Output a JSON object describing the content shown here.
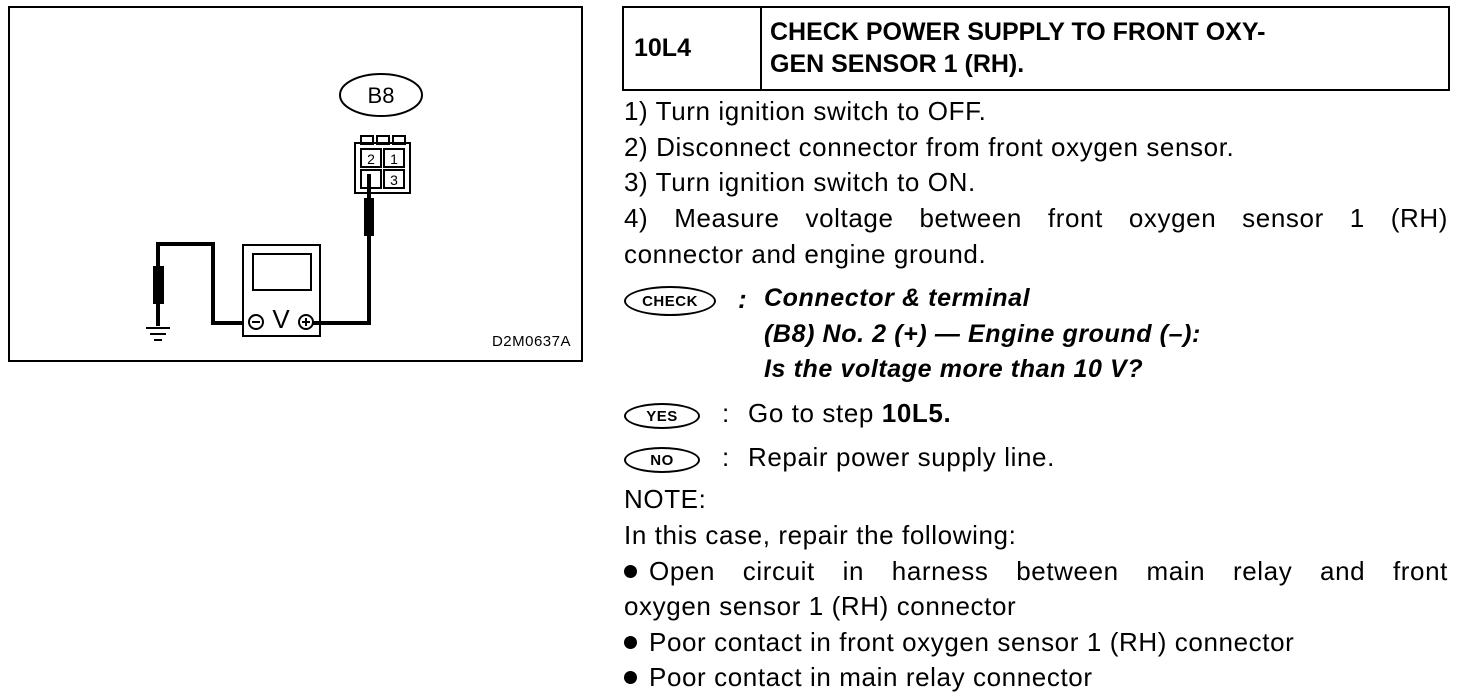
{
  "figure": {
    "connector_label": "B8",
    "pins": [
      "2",
      "1",
      "3"
    ],
    "meter_symbol": "V",
    "code": "D2M0637A"
  },
  "step": {
    "id": "10L4",
    "title_line1": "CHECK POWER SUPPLY TO FRONT OXY-",
    "title_line2": "GEN SENSOR 1 (RH)."
  },
  "instructions": {
    "i1": "1) Turn ignition switch to OFF.",
    "i2": "2) Disconnect connector from front oxygen sensor.",
    "i3": "3) Turn ignition switch to ON.",
    "i4a": "4) Measure voltage between front oxygen sensor 1 (RH)",
    "i4b": "connector and engine ground."
  },
  "check": {
    "badge": "CHECK",
    "colon": ":",
    "line1": "Connector & terminal",
    "line2": "(B8) No. 2 (+) — Engine ground (–):",
    "line3": "Is the voltage more than 10 V?"
  },
  "yes": {
    "badge": "YES",
    "colon": ":",
    "text": "Go to step ",
    "target": "10L5."
  },
  "no": {
    "badge": "NO",
    "colon": ":",
    "text": "Repair power supply line."
  },
  "note": {
    "label": "NOTE:",
    "intro": "In this case, repair the following:",
    "b1a": "Open circuit in harness between main relay and front",
    "b1b": "oxygen sensor 1 (RH) connector",
    "b2": "Poor contact in front oxygen sensor 1 (RH) connector",
    "b3": "Poor contact in main relay connector"
  }
}
